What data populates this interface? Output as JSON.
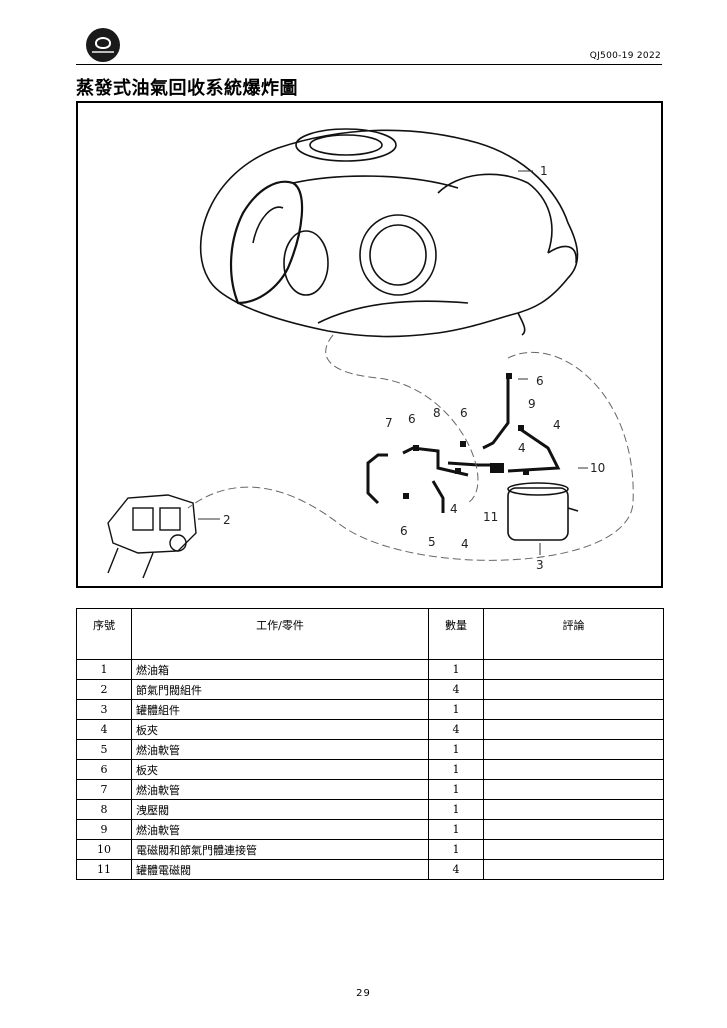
{
  "header": {
    "doc_code": "QJ500-19    2022"
  },
  "title": "蒸發式油氣回收系統爆炸圖",
  "diagram": {
    "callouts": [
      "1",
      "2",
      "3",
      "4",
      "4",
      "4",
      "4",
      "5",
      "6",
      "6",
      "6",
      "6",
      "7",
      "8",
      "9",
      "10",
      "11"
    ]
  },
  "table": {
    "headers": {
      "no": "序號",
      "part": "工作/零件",
      "qty": "數量",
      "comment": "評論"
    },
    "rows": [
      {
        "no": "1",
        "part": "燃油箱",
        "qty": "1",
        "comment": ""
      },
      {
        "no": "2",
        "part": "節氣門閥組件",
        "qty": "4",
        "comment": ""
      },
      {
        "no": "3",
        "part": "罐體組件",
        "qty": "1",
        "comment": ""
      },
      {
        "no": "4",
        "part": "板夾",
        "qty": "4",
        "comment": ""
      },
      {
        "no": "5",
        "part": "燃油軟管",
        "qty": "1",
        "comment": ""
      },
      {
        "no": "6",
        "part": "板夾",
        "qty": "1",
        "comment": ""
      },
      {
        "no": "7",
        "part": "燃油軟管",
        "qty": "1",
        "comment": ""
      },
      {
        "no": "8",
        "part": "洩壓閥",
        "qty": "1",
        "comment": ""
      },
      {
        "no": "9",
        "part": "燃油軟管",
        "qty": "1",
        "comment": ""
      },
      {
        "no": "10",
        "part": "電磁閥和節氣門體連接管",
        "qty": "1",
        "comment": ""
      },
      {
        "no": "11",
        "part": "罐體電磁閥",
        "qty": "4",
        "comment": ""
      }
    ]
  },
  "page_number": "29"
}
